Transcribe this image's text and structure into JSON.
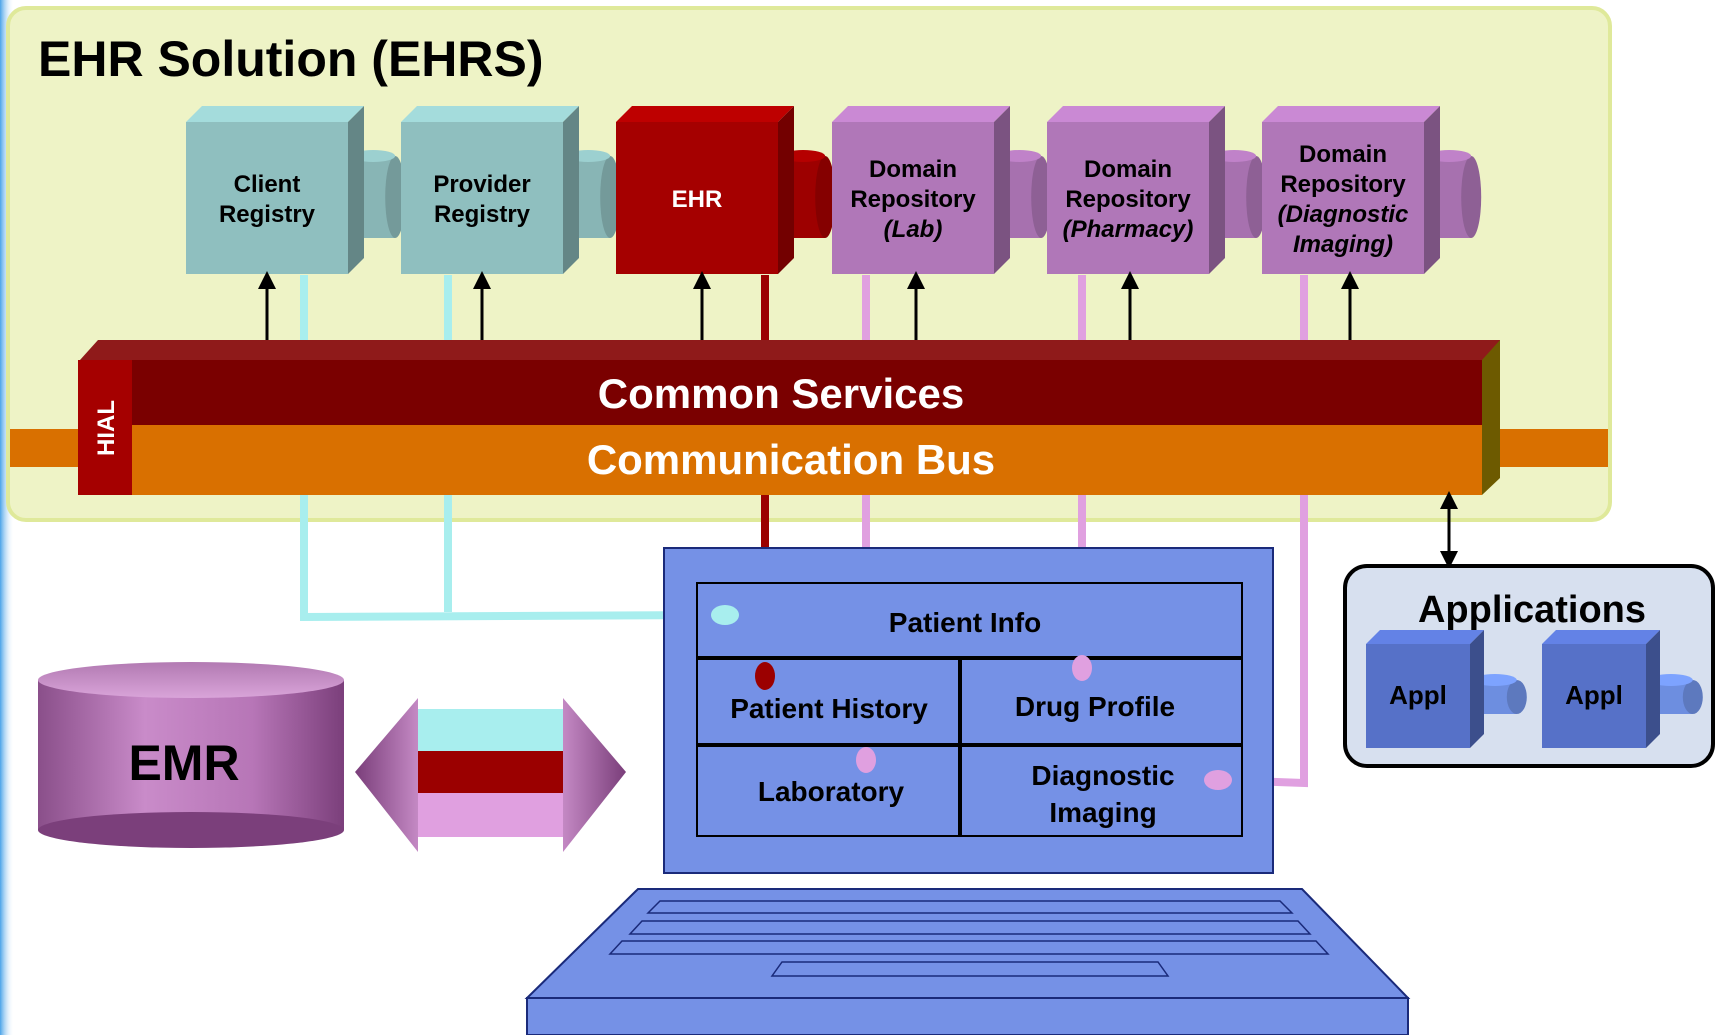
{
  "title": "EHR Solution (EHRS)",
  "repositories": [
    {
      "id": "client-registry",
      "lines": [
        "Client",
        "Registry"
      ],
      "italic": [
        false,
        false
      ]
    },
    {
      "id": "provider-registry",
      "lines": [
        "Provider",
        "Registry"
      ],
      "italic": [
        false,
        false
      ]
    },
    {
      "id": "ehr",
      "lines": [
        "EHR"
      ],
      "italic": [
        false
      ]
    },
    {
      "id": "domain-lab",
      "lines": [
        "Domain",
        "Repository",
        "(Lab)"
      ],
      "italic": [
        false,
        false,
        true
      ]
    },
    {
      "id": "domain-pharmacy",
      "lines": [
        "Domain",
        "Repository",
        "(Pharmacy)"
      ],
      "italic": [
        false,
        false,
        true
      ]
    },
    {
      "id": "domain-imaging",
      "lines": [
        "Domain",
        "Repository",
        "(Diagnostic",
        "Imaging)"
      ],
      "italic": [
        false,
        false,
        true,
        true
      ]
    }
  ],
  "bus": {
    "hial": "HIAL",
    "common_services": "Common Services",
    "communication_bus": "Communication Bus"
  },
  "emr": {
    "label": "EMR"
  },
  "applications": {
    "title": "Applications",
    "items": [
      "Appl",
      "Appl"
    ]
  },
  "screen": {
    "patient_info": "Patient Info",
    "patient_history": "Patient History",
    "drug_profile": "Drug Profile",
    "laboratory": "Laboratory",
    "diagnostic_imaging_lines": [
      "Diagnostic",
      "Imaging"
    ]
  },
  "colors": {
    "panel_bg": "#eef3c6",
    "panel_border": "#dfe99a",
    "registry": "#8fbfbf",
    "ehr": "#a50000",
    "domain": "#b077b8",
    "common_services": "#7a0000",
    "communication_bus": "#d97000",
    "laptop": "#7591e6",
    "cyan_link": "#a8eeee",
    "red_link": "#9b0000",
    "pink_link": "#e0a0e0"
  }
}
